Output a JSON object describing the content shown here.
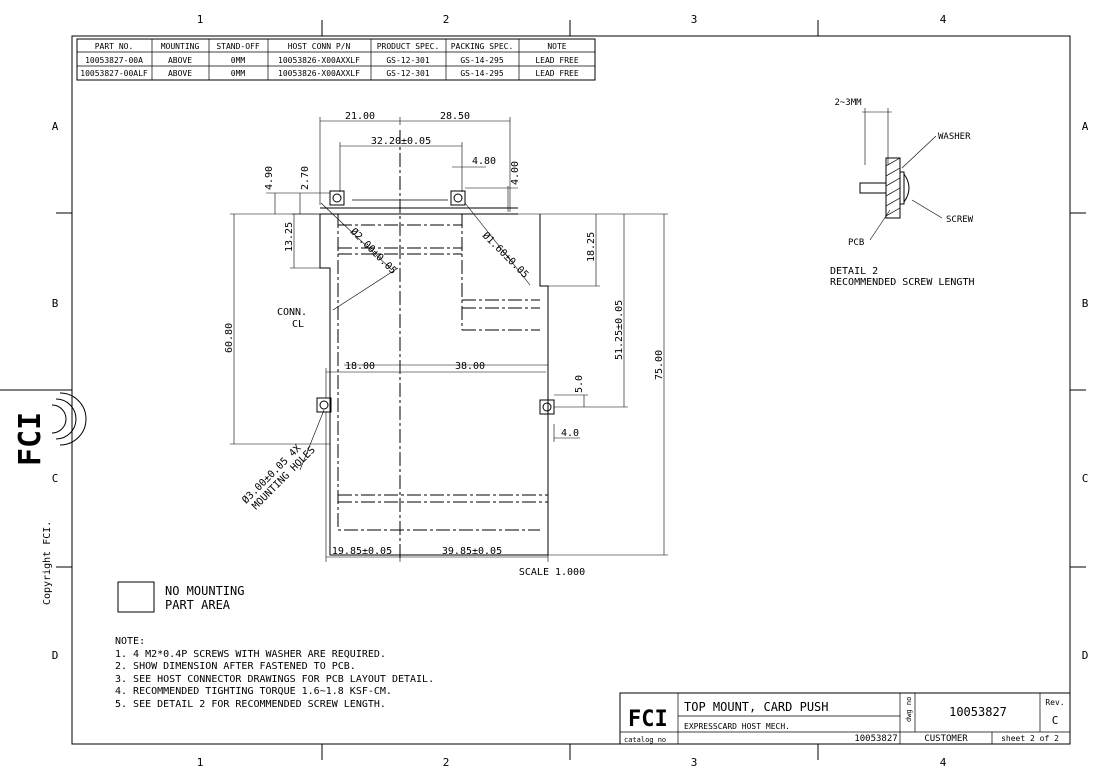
{
  "frame": {
    "columns": [
      "1",
      "2",
      "3",
      "4"
    ],
    "rows": [
      "A",
      "B",
      "C",
      "D"
    ],
    "copyright": "Copyright FCI.",
    "brand": "FCI"
  },
  "part_table": {
    "headers": [
      "PART NO.",
      "MOUNTING",
      "STAND-OFF",
      "HOST CONN P/N",
      "PRODUCT SPEC.",
      "PACKING SPEC.",
      "NOTE"
    ],
    "rows": [
      [
        "10053827-00A",
        "ABOVE",
        "0MM",
        "10053826-X00AXXLF",
        "GS-12-301",
        "GS-14-295",
        "LEAD FREE"
      ],
      [
        "10053827-00ALF",
        "ABOVE",
        "0MM",
        "10053826-X00AXXLF",
        "GS-12-301",
        "GS-14-295",
        "LEAD FREE"
      ]
    ]
  },
  "dimensions": {
    "d21": "21.00",
    "d2850": "28.50",
    "d3220": "32.20±0.05",
    "d480": "4.80",
    "d400": "4.00",
    "d490": "4.90",
    "d270": "2.70",
    "d1325": "13.25",
    "d1825": "18.25",
    "d6080": "60.80",
    "d5125": "51.25±0.05",
    "d7500": "75.00",
    "d1800": "18.00",
    "d3800": "38.00",
    "d50": "5.0",
    "d40": "4.0",
    "d1985": "19.85±0.05",
    "d3985": "39.85±0.05",
    "dia2": "Ø2.00±0.05",
    "dia16": "Ø1.60±0.05",
    "mount_holes_1": "Ø3.00±0.05 4X",
    "mount_holes_2": "MOUNTING HOLES",
    "conn_1": "CONN.",
    "conn_2": "CL",
    "scale": "SCALE  1.000"
  },
  "detail": {
    "len": "2~3MM",
    "washer": "WASHER",
    "screw": "SCREW",
    "pcb": "PCB",
    "title_1": "DETAIL 2",
    "title_2": "RECOMMENDED SCREW LENGTH"
  },
  "legend": {
    "line1": "NO MOUNTING",
    "line2": "PART AREA"
  },
  "notes": {
    "title": "NOTE:",
    "items": [
      "1. 4 M2*0.4P SCREWS WITH WASHER ARE REQUIRED.",
      "2. SHOW DIMENSION AFTER FASTENED TO PCB.",
      "3. SEE HOST CONNECTOR DRAWINGS FOR PCB LAYOUT DETAIL.",
      "4. RECOMMENDED TIGHTING TORQUE 1.6~1.8 KSF-CM.",
      "5. SEE DETAIL 2 FOR RECOMMENDED SCREW LENGTH."
    ]
  },
  "title_block": {
    "logo": "FCI",
    "catalog": "catalog no",
    "title": "TOP MOUNT, CARD PUSH",
    "subtitle": "EXPRESSCARD HOST MECH.",
    "dwg_label": "dwg no",
    "dwg_no": "10053827",
    "rev_label": "Rev.",
    "rev": "C",
    "part_no": "10053827",
    "customer": "CUSTOMER",
    "sheet": "sheet 2 of 2"
  }
}
